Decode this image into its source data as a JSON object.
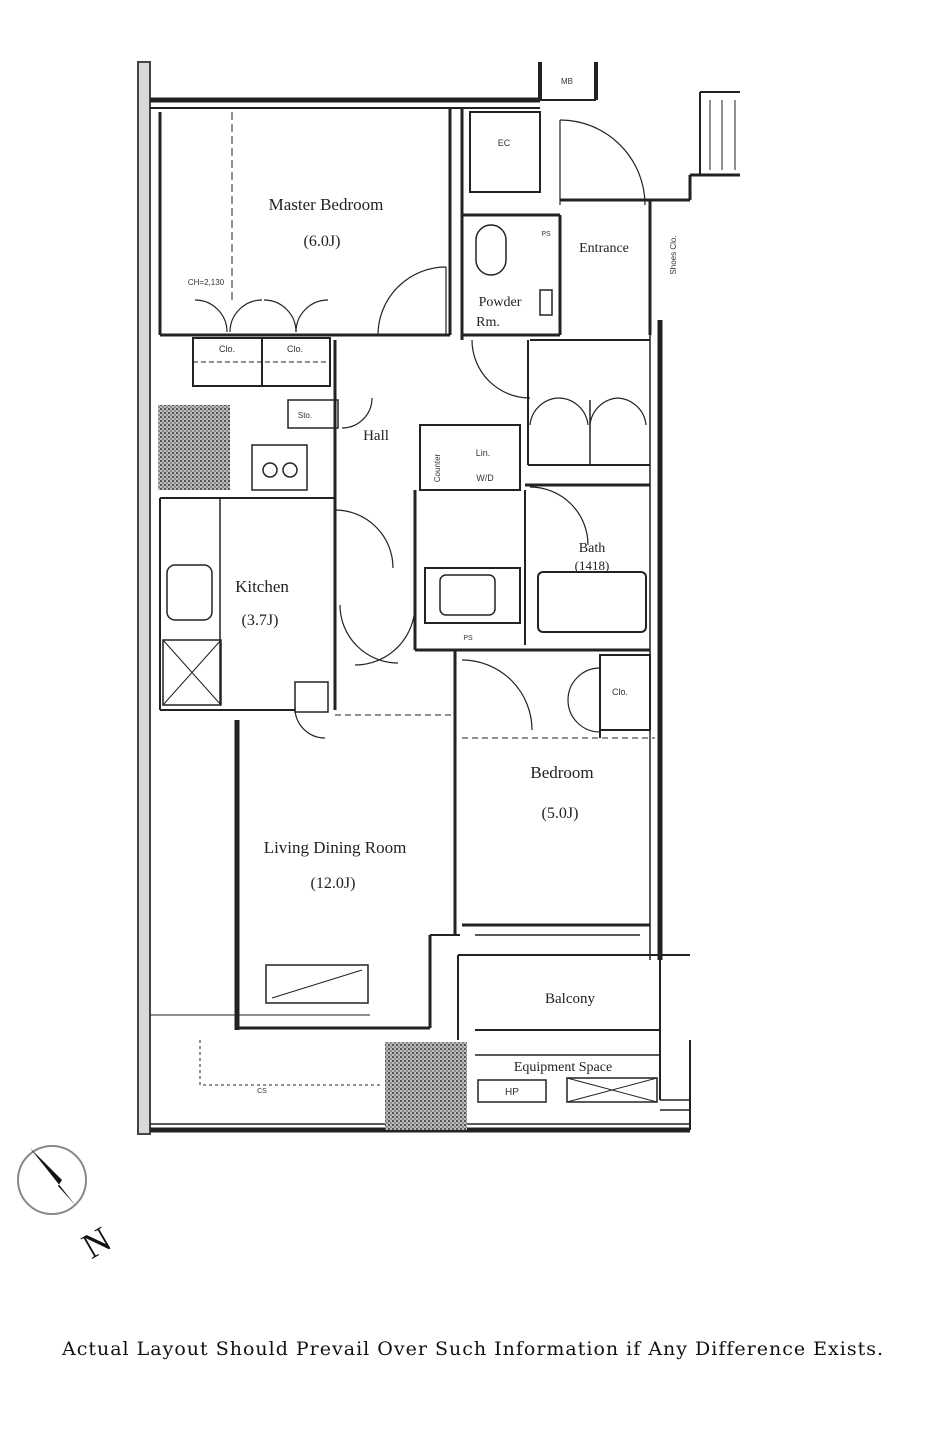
{
  "rooms": {
    "master_bedroom": {
      "name": "Master Bedroom",
      "size": "(6.0J)"
    },
    "kitchen": {
      "name": "Kitchen",
      "size": "(3.7J)"
    },
    "living": {
      "name": "Living Dining Room",
      "size": "(12.0J)"
    },
    "bedroom": {
      "name": "Bedroom",
      "size": "(5.0J)"
    },
    "bath": {
      "name": "Bath",
      "size": "(1418)"
    },
    "hall": {
      "name": "Hall"
    },
    "entrance": {
      "name": "Entrance"
    },
    "powder": {
      "name": "Powder",
      "name2": "Rm."
    },
    "balcony": {
      "name": "Balcony"
    },
    "equipment": {
      "name": "Equipment Space",
      "hp": "HP"
    }
  },
  "labels": {
    "ms": "MB",
    "ec": "EC",
    "clo1": "Clo.",
    "clo2": "Clo.",
    "clo3": "Clo.",
    "ceiling": "CH=2,130",
    "shoes": "Shoes Clo.",
    "storage": "Sto.",
    "linen": "Lin.",
    "wd": "W/D",
    "counter": "Counter",
    "ps1": "PS",
    "ps2": "PS",
    "cs": "CS"
  },
  "compass": {
    "north": "N"
  },
  "footer": {
    "disclaimer": "Actual Layout Should Prevail Over Such Information if Any Difference Exists."
  }
}
